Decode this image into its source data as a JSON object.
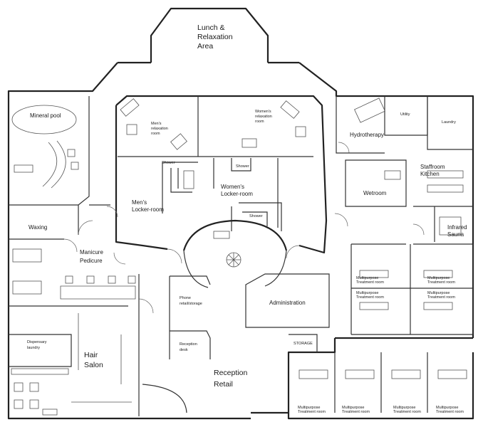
{
  "rooms": {
    "lunch": [
      "Lunch &",
      "Relaxation",
      "Area"
    ],
    "mineral_pool": "Mineral pool",
    "mens_relaxation": [
      "Men's",
      "relaxation",
      "room"
    ],
    "womens_relaxation": [
      "Women's",
      "relaxation",
      "room"
    ],
    "hydrotherapy": "Hydrotherapy",
    "utility": "Utility",
    "laundry": "Laundry",
    "staffroom_kitchen": [
      "Staffroom",
      "Kitchen"
    ],
    "wetroom": "Wetroom",
    "waxing": "Waxing",
    "mens_locker": [
      "Men's",
      "Locker-room"
    ],
    "womens_locker": [
      "Women's",
      "Locker-room"
    ],
    "shower": "Shower",
    "infrared_sauna": [
      "Infrared",
      "Sauna"
    ],
    "manicure_pedicure": [
      "Manicure",
      "Pedicure"
    ],
    "phone_retail_storage": [
      "Phone",
      "retail/storage"
    ],
    "administration": "Administration",
    "reception_desk": [
      "Reception",
      "desk"
    ],
    "storage": "STORAGE",
    "dispensary_laundry": [
      "Dispensary",
      "laundry"
    ],
    "hair_salon": [
      "Hair",
      "Salon"
    ],
    "reception_retail": [
      "Reception",
      "Retail"
    ],
    "treatment_room": [
      "Multipurpose",
      "Treatment room"
    ]
  }
}
